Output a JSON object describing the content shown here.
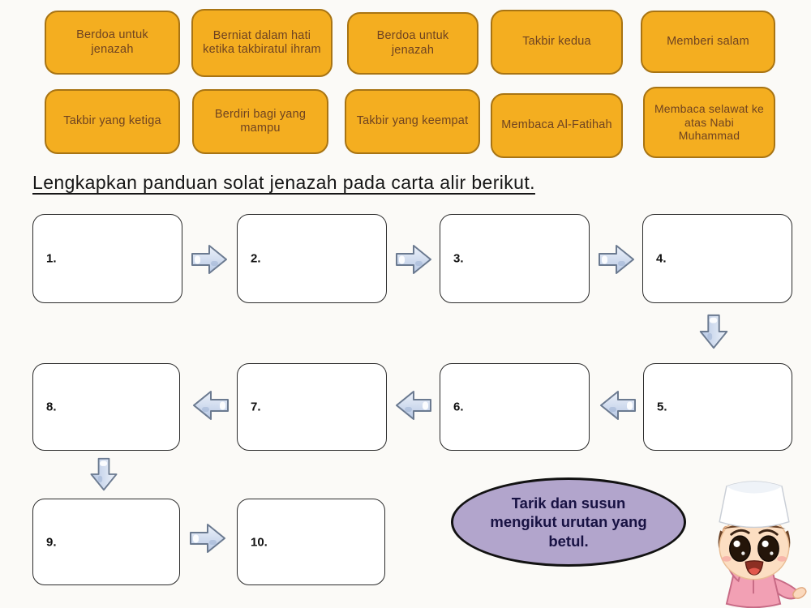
{
  "theme": {
    "tile_fill": "#F4AE20",
    "tile_border": "#A87413",
    "tile_text": "#6F4321",
    "arrow_stroke": "#6B7A90",
    "bubble_fill": "#B2A5CC",
    "bubble_text": "#181243",
    "box_border": "#2B2B2B",
    "background": "#FBFAF7"
  },
  "instruction": "Lengkapkan panduan solat jenazah pada carta alir berikut.",
  "tiles": {
    "row1": [
      {
        "label": "Berdoa untuk jenazah"
      },
      {
        "label": "Berniat dalam hati ketika takbiratul ihram"
      },
      {
        "label": "Berdoa untuk jenazah"
      },
      {
        "label": "Takbir kedua"
      },
      {
        "label": "Memberi salam"
      }
    ],
    "row2": [
      {
        "label": "Takbir yang ketiga"
      },
      {
        "label": "Berdiri bagi yang mampu"
      },
      {
        "label": "Takbir yang keempat"
      },
      {
        "label": "Membaca Al-Fatihah"
      },
      {
        "label": "Membaca selawat ke atas Nabi Muhammad"
      }
    ]
  },
  "flowchart": {
    "slots": [
      "1.",
      "2.",
      "3.",
      "4.",
      "5.",
      "6.",
      "7.",
      "8.",
      "9.",
      "10."
    ]
  },
  "hint_bubble": {
    "text": "Tarik dan susun mengikut urutan yang betul."
  },
  "mascot": "muslim-boy-cartoon"
}
